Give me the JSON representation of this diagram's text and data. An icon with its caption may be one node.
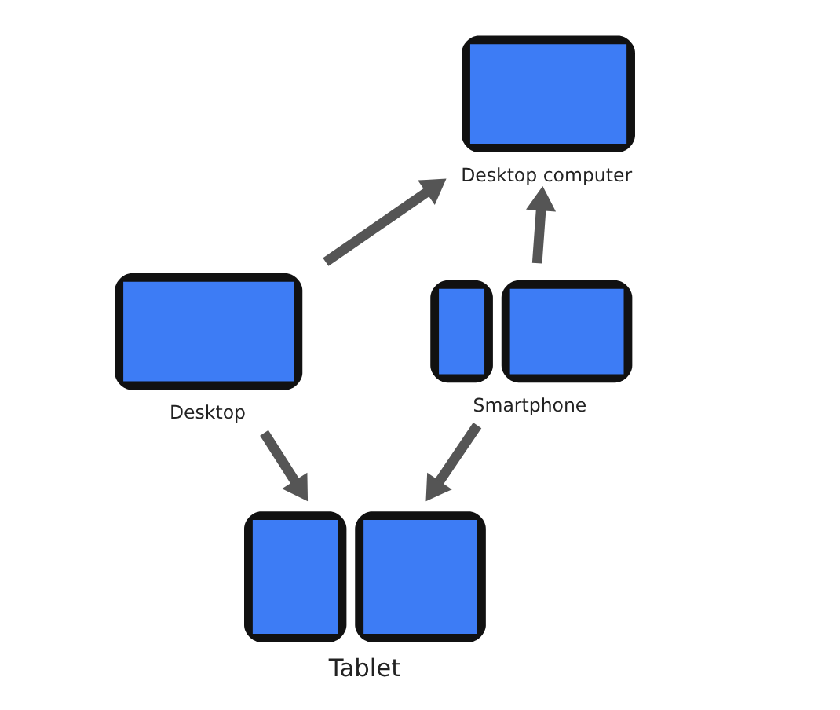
{
  "diagram": {
    "nodes": [
      {
        "text": [
          "Desktop computer"
        ]
      },
      {
        "text": [
          "Desktop"
        ]
      },
      {
        "text": [
          "Smartphone"
        ]
      },
      {
        "text": [
          "Tablet"
        ]
      }
    ],
    "edges": [
      {
        "from": 1,
        "to": 0,
        "arrow": "to"
      },
      {
        "from": 2,
        "to": 0,
        "arrow": "to"
      },
      {
        "from": 1,
        "to": 3,
        "arrow": "to"
      },
      {
        "from": 2,
        "to": 3,
        "arrow": "to"
      }
    ]
  }
}
